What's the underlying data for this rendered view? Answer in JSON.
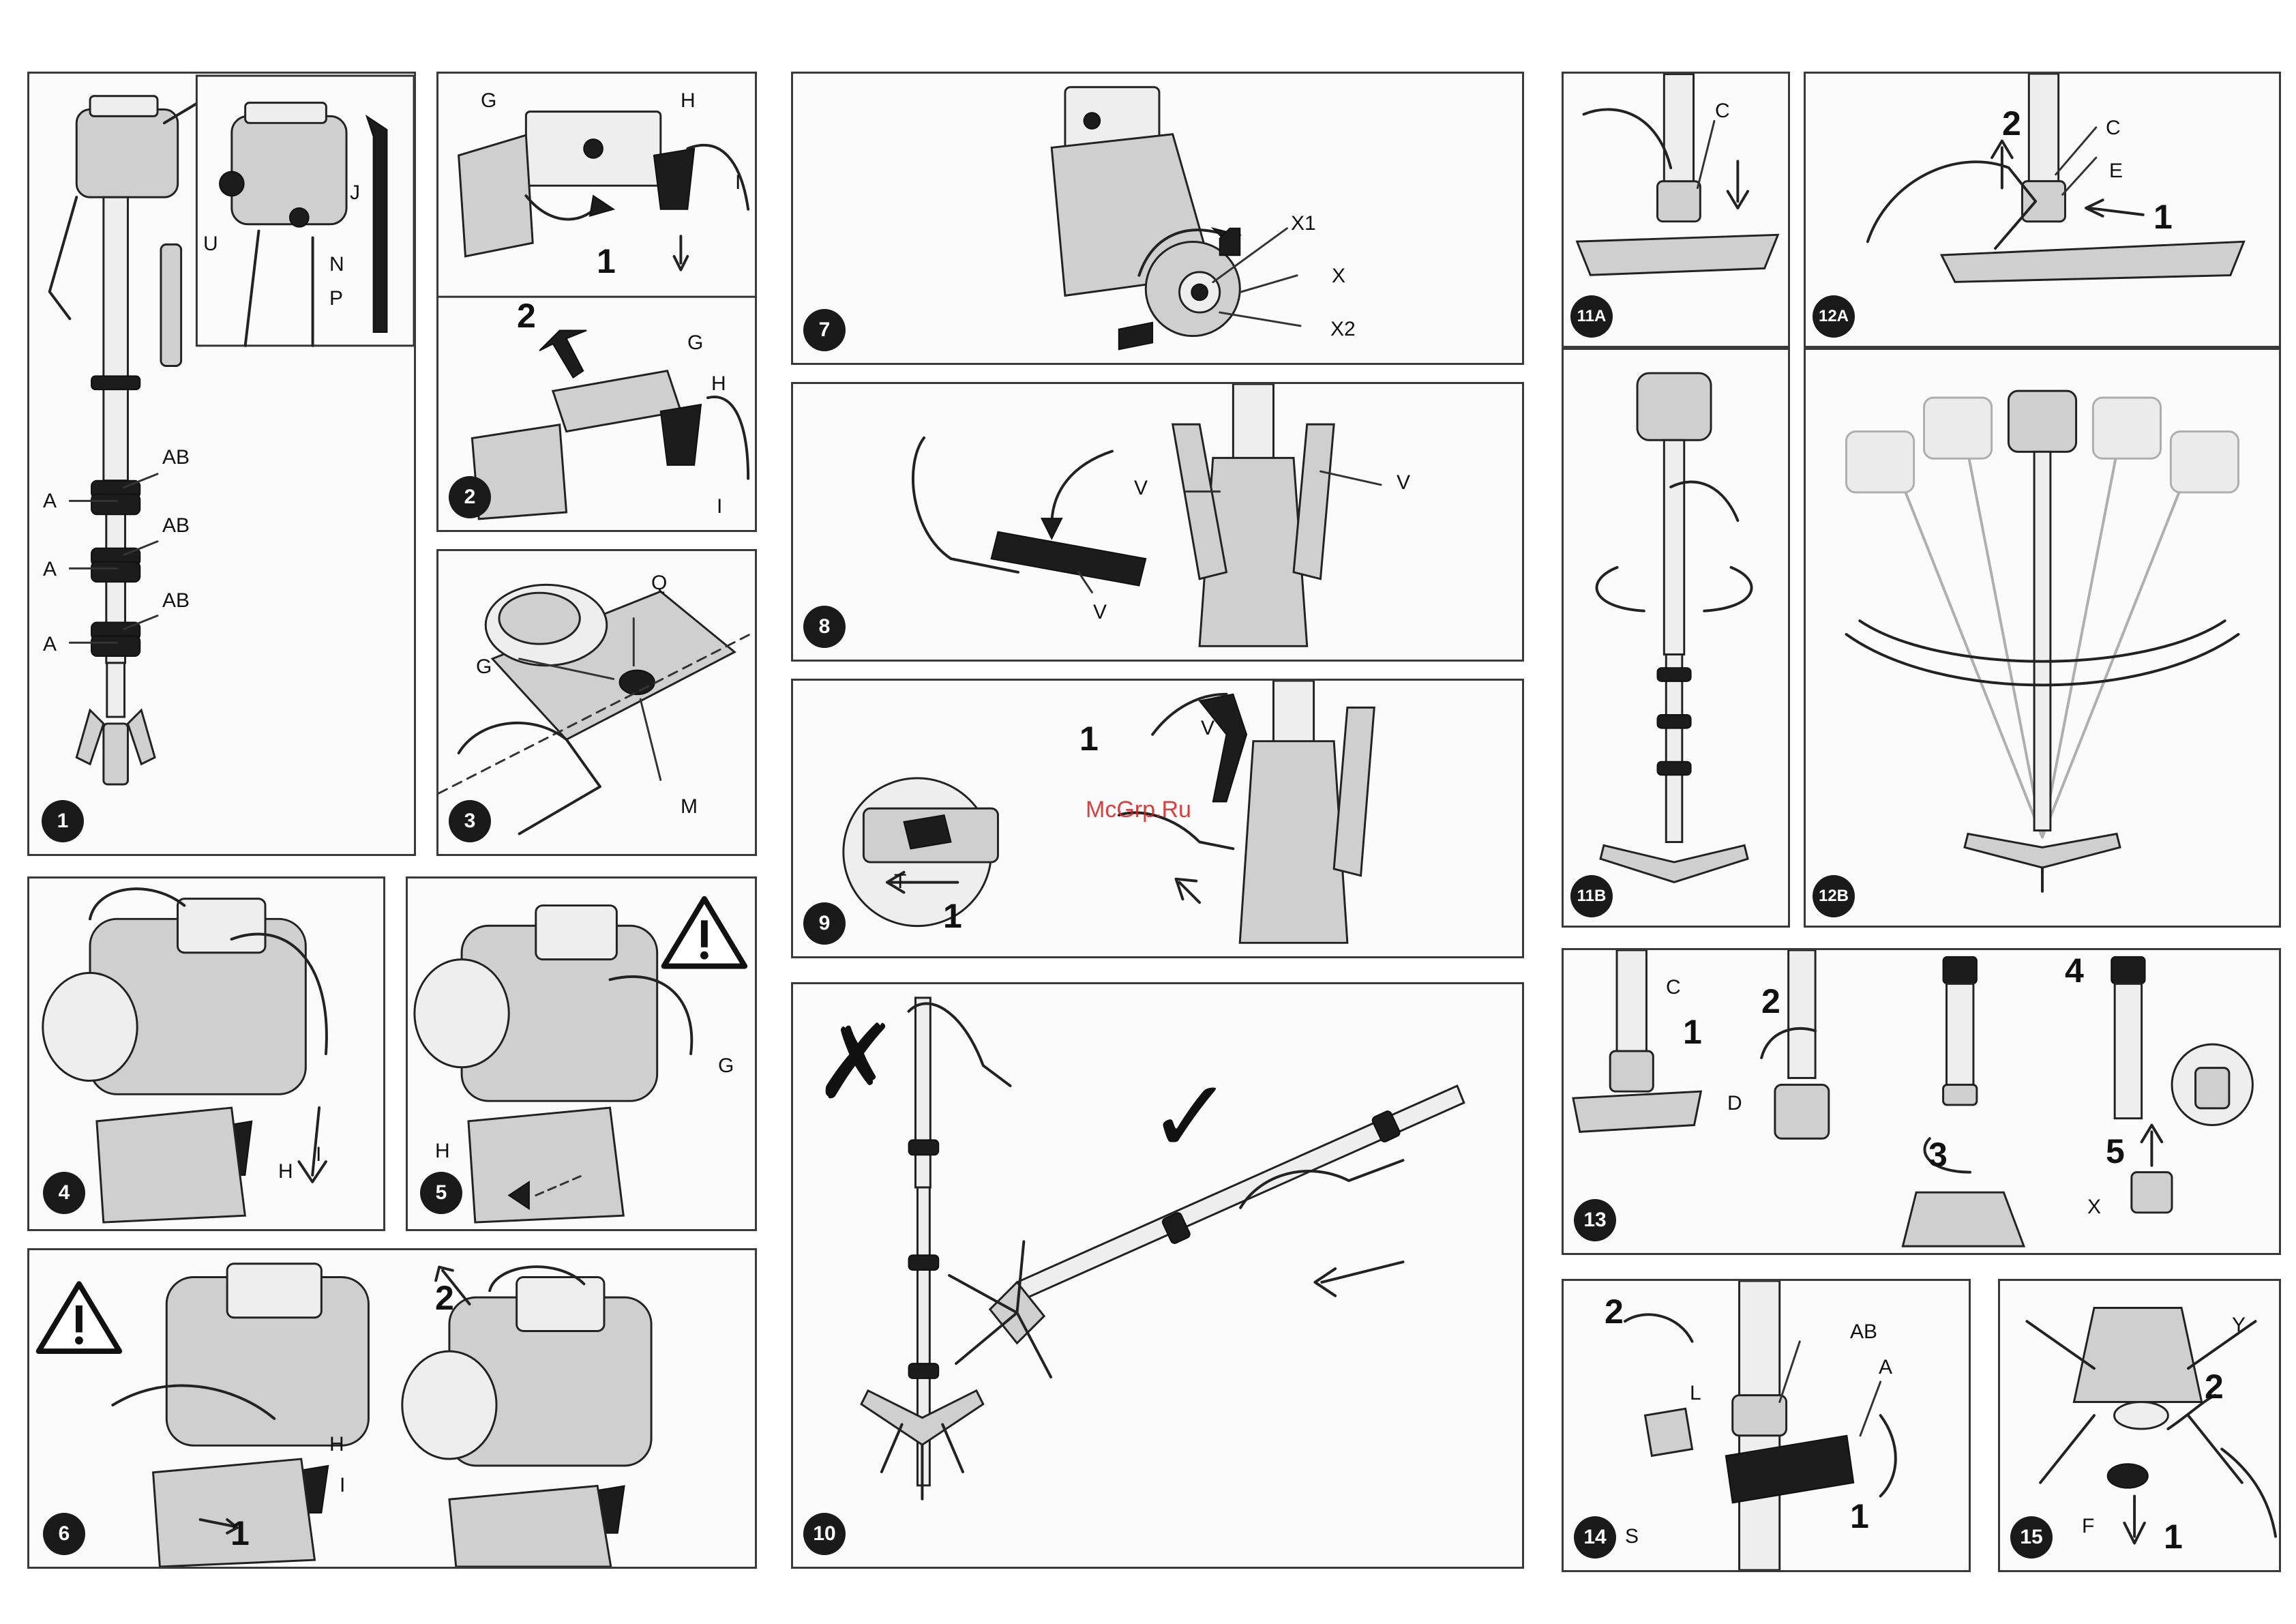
{
  "watermark": "McGrp.Ru",
  "panels": {
    "p1": {
      "num": "1",
      "labels": [
        "U",
        "J",
        "N",
        "P",
        "AB",
        "A",
        "AB",
        "A",
        "AB",
        "A"
      ]
    },
    "p2": {
      "num": "2",
      "labels": [
        "G",
        "H",
        "I",
        "G",
        "H",
        "I"
      ],
      "steps": [
        "1",
        "2"
      ]
    },
    "p3": {
      "num": "3",
      "labels": [
        "Q",
        "G",
        "M"
      ]
    },
    "p4": {
      "num": "4",
      "labels": [
        "H",
        "I"
      ]
    },
    "p5": {
      "num": "5",
      "labels": [
        "G",
        "H"
      ]
    },
    "p6": {
      "num": "6",
      "labels": [
        "H",
        "I"
      ],
      "steps": [
        "1",
        "2"
      ]
    },
    "p7": {
      "num": "7",
      "labels": [
        "X1",
        "X",
        "X2"
      ]
    },
    "p8": {
      "num": "8",
      "labels": [
        "V",
        "V",
        "V"
      ]
    },
    "p9": {
      "num": "9",
      "labels": [
        "V",
        "T"
      ],
      "steps": [
        "1",
        "1"
      ]
    },
    "p10": {
      "num": "10",
      "marks": [
        "✗",
        "✓"
      ]
    },
    "p11a": {
      "num": "11A",
      "labels": [
        "C"
      ]
    },
    "p11b": {
      "num": "11B"
    },
    "p12a": {
      "num": "12A",
      "labels": [
        "C",
        "E"
      ],
      "steps": [
        "2",
        "1"
      ]
    },
    "p12b": {
      "num": "12B"
    },
    "p13": {
      "num": "13",
      "labels": [
        "C",
        "D",
        "X"
      ],
      "steps": [
        "1",
        "2",
        "3",
        "4",
        "5"
      ]
    },
    "p14": {
      "num": "14",
      "labels": [
        "AB",
        "A",
        "L",
        "S"
      ],
      "steps": [
        "2",
        "1"
      ]
    },
    "p15": {
      "num": "15",
      "labels": [
        "Y",
        "F"
      ],
      "steps": [
        "2",
        "1"
      ]
    }
  }
}
